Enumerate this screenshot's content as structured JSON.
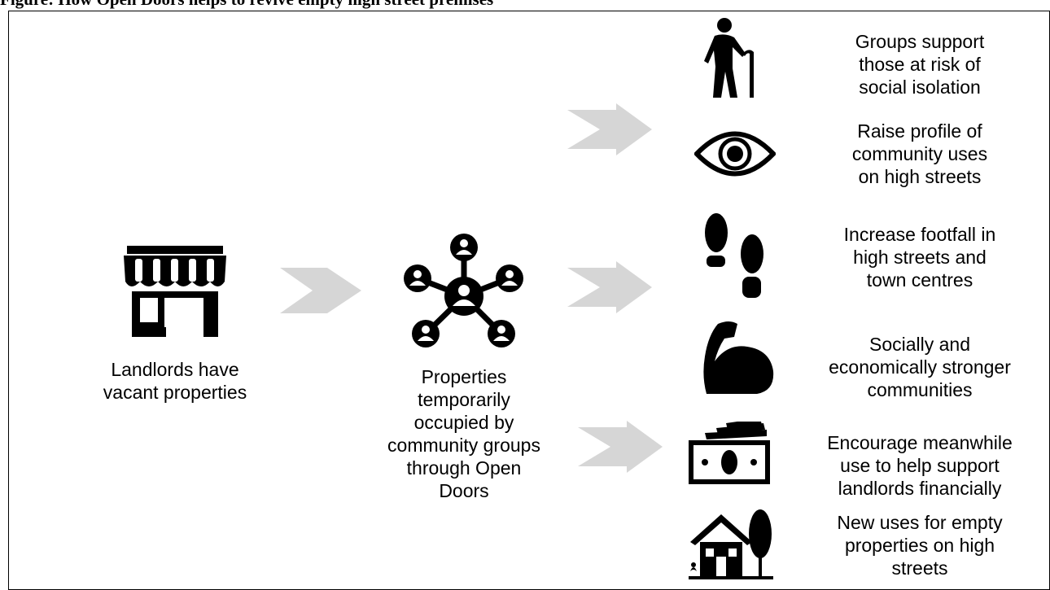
{
  "title": "Figure: How Open Doors helps to revive empty high street premises",
  "start": {
    "lines": [
      "Landlords have",
      "vacant properties"
    ]
  },
  "middle": {
    "lines": [
      "Properties",
      "temporarily",
      "occupied by",
      "community groups",
      "through Open",
      "Doors"
    ]
  },
  "outcomes": [
    {
      "icon": "elderly-person-with-cane-icon",
      "lines": [
        "Groups support",
        "those at risk of",
        "social isolation"
      ]
    },
    {
      "icon": "eye-icon",
      "lines": [
        "Raise profile of",
        "community uses",
        "on high streets"
      ]
    },
    {
      "icon": "footprints-icon",
      "lines": [
        "Increase footfall in",
        "high streets and",
        "town centres"
      ]
    },
    {
      "icon": "flexed-arm-icon",
      "lines": [
        "Socially and",
        "economically stronger",
        "communities"
      ]
    },
    {
      "icon": "banknotes-icon",
      "lines": [
        "Encourage meanwhile",
        "use to help support",
        "landlords financially"
      ]
    },
    {
      "icon": "house-with-tree-icon",
      "lines": [
        "New uses for empty",
        "properties on high",
        "streets"
      ]
    }
  ],
  "colors": {
    "arrow": "#d6d6d6",
    "icon": "#000000"
  }
}
